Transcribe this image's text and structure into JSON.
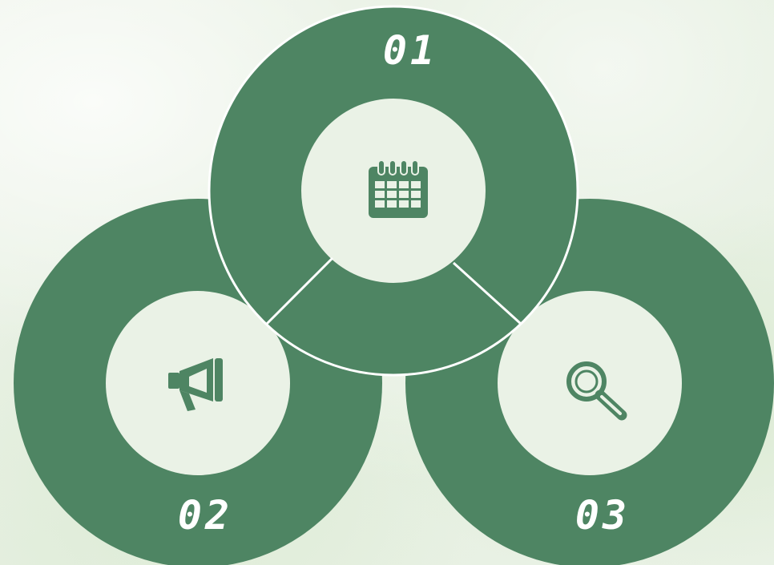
{
  "colors": {
    "ring": "#4e8563",
    "inner": "#eaf2e6",
    "text": "#ffffff"
  },
  "steps": [
    {
      "number": "01",
      "icon": "calendar-icon"
    },
    {
      "number": "02",
      "icon": "megaphone-icon"
    },
    {
      "number": "03",
      "icon": "magnifier-icon"
    }
  ]
}
